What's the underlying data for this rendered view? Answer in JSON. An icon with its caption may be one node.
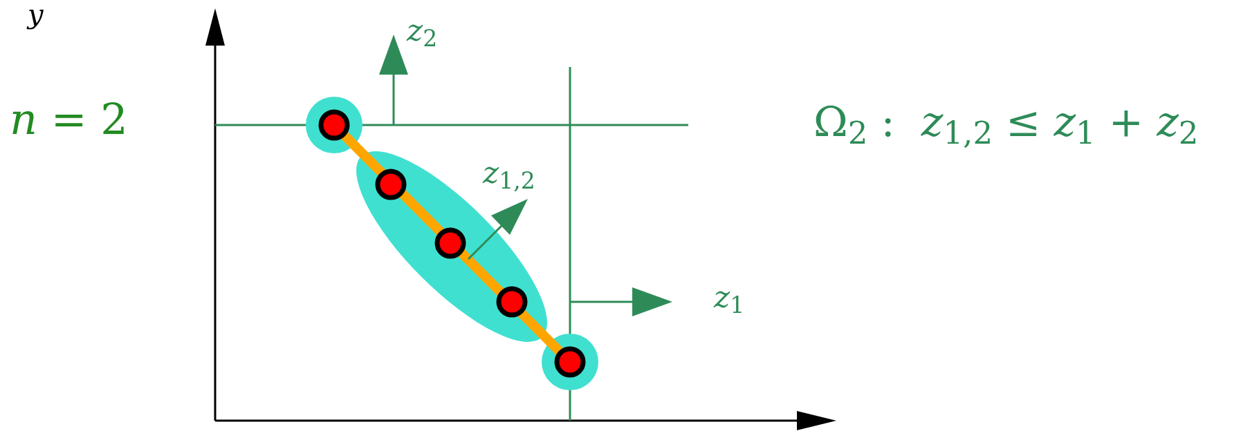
{
  "diagram": {
    "labels": [
      "y",
      "*z*$_{2}$",
      "*n* = 2",
      "Ω$_{2}$ :  *z*$_{1,2}$ ≤ *z*$_{1}$ + *z*$_{2}$",
      "*z*$_{1,2}$",
      "*z*$_{1}$"
    ]
  }
}
